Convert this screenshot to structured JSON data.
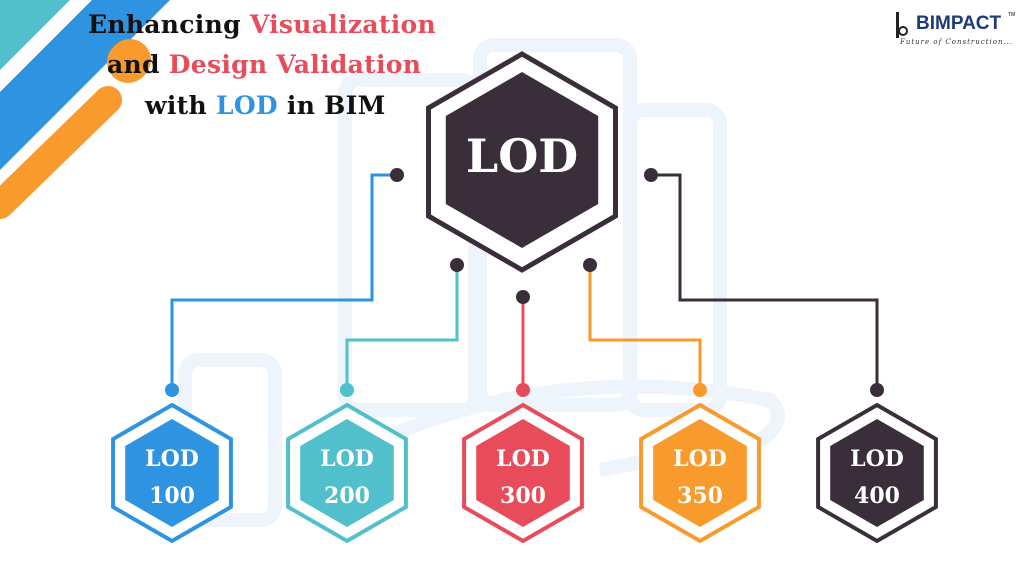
{
  "title": {
    "line1_a": "Enhancing ",
    "line1_b": "Visualization",
    "line2_a": "and ",
    "line2_b": "Design Validation",
    "line3_a": "with ",
    "line3_b": "LOD",
    "line3_c": " in BIM"
  },
  "logo": {
    "name": "BIMPACT",
    "tagline": "Future of Construction...",
    "tm": "TM"
  },
  "center": {
    "label": "LOD",
    "color": "#3a2e3a"
  },
  "levels": [
    {
      "line1": "LOD",
      "line2": "100",
      "color": "#2e93e0"
    },
    {
      "line1": "LOD",
      "line2": "200",
      "color": "#52bfcc"
    },
    {
      "line1": "LOD",
      "line2": "300",
      "color": "#e84c5a"
    },
    {
      "line1": "LOD",
      "line2": "350",
      "color": "#f99a2c"
    },
    {
      "line1": "LOD",
      "line2": "400",
      "color": "#3a2e3a"
    }
  ],
  "decor": {
    "teal": "#52bfcc",
    "blue": "#2e93e0",
    "orange": "#f99a2c",
    "bg": "#eef4fb"
  }
}
